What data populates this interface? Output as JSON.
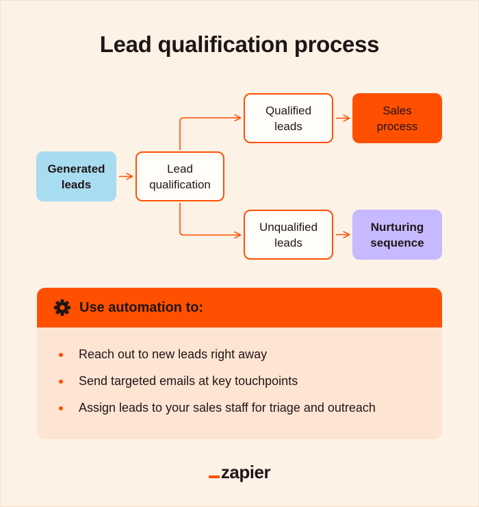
{
  "title": "Lead qualification process",
  "diagram": {
    "nodes": {
      "generated": "Generated\nleads",
      "lead_qualification": "Lead\nqualification",
      "qualified": "Qualified\nleads",
      "unqualified": "Unqualified\nleads",
      "sales": "Sales\nprocess",
      "nurturing": "Nurturing\nsequence"
    },
    "edges": [
      {
        "from": "generated",
        "to": "lead_qualification"
      },
      {
        "from": "lead_qualification",
        "to": "qualified"
      },
      {
        "from": "lead_qualification",
        "to": "unqualified"
      },
      {
        "from": "qualified",
        "to": "sales"
      },
      {
        "from": "unqualified",
        "to": "nurturing"
      }
    ]
  },
  "automation": {
    "heading": "Use automation to:",
    "icon": "gear-icon",
    "items": [
      "Reach out to new leads right away",
      "Send targeted emails at key touchpoints",
      "Assign leads to your sales staff for triage and outreach"
    ]
  },
  "brand": {
    "name": "zapier"
  },
  "colors": {
    "background": "#fdf2e6",
    "accent": "#ff4f00",
    "generated_fill": "#a8dcf1",
    "nurturing_fill": "#c6b9ff",
    "panel_fill": "#fde4d3",
    "text": "#201515"
  }
}
